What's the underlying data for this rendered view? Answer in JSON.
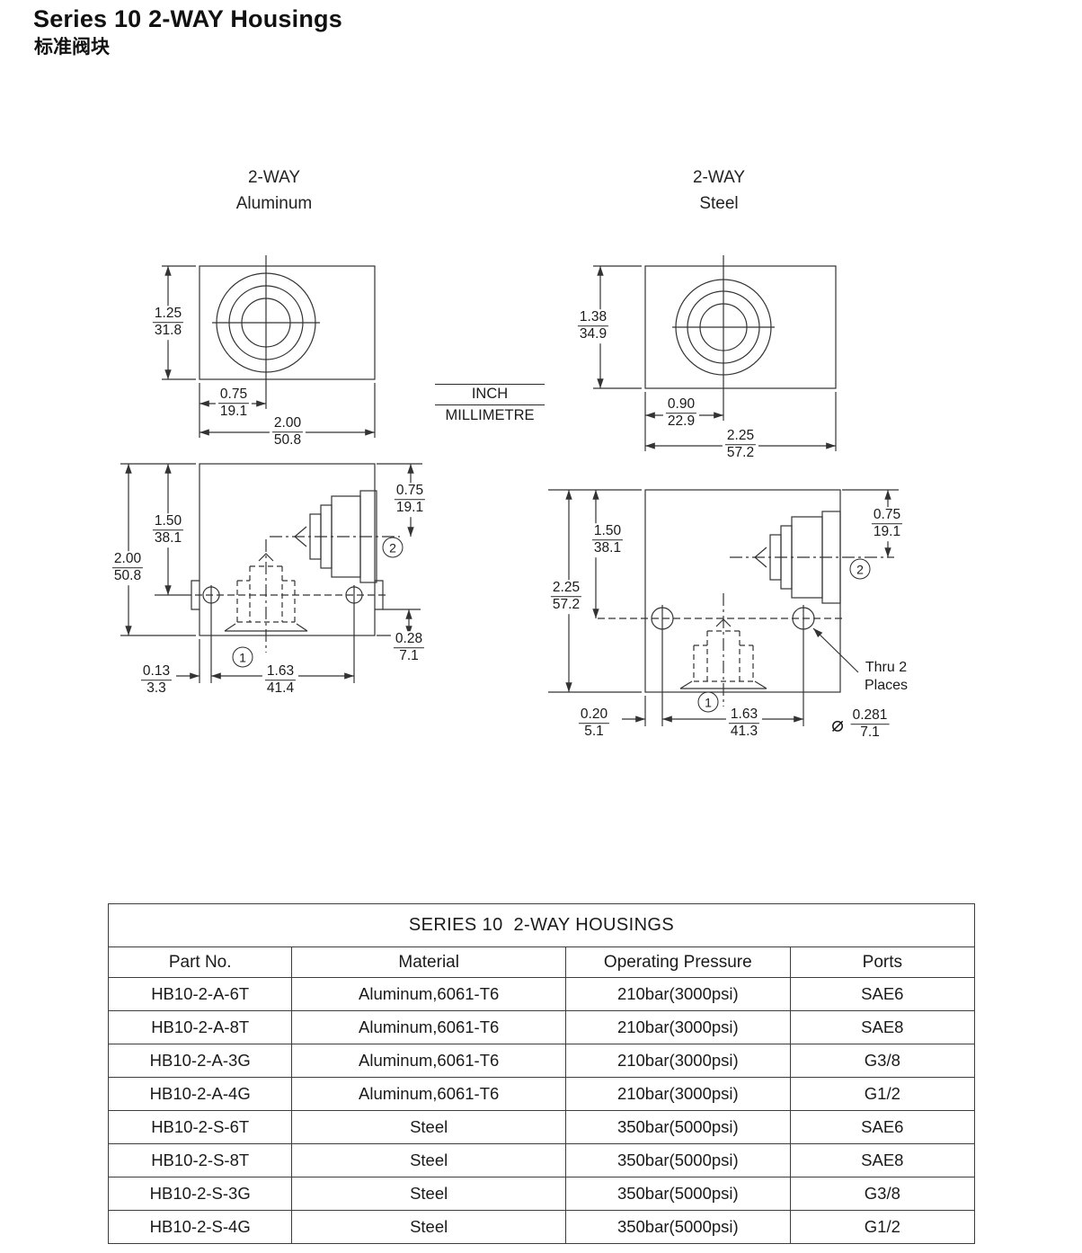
{
  "page": {
    "title": "Series 10 2-WAY Housings",
    "subtitle": "标准阀块"
  },
  "legend": {
    "top": "INCH",
    "bottom": "MILLIMETRE"
  },
  "aluminum": {
    "caption1": "2-WAY",
    "caption2": "Aluminum",
    "top_height_in": "1.25",
    "top_height_mm": "31.8",
    "top_offset_in": "0.75",
    "top_offset_mm": "19.1",
    "top_width_in": "2.00",
    "top_width_mm": "50.8",
    "front_port_in": "1.50",
    "front_port_mm": "38.1",
    "front_height_in": "2.00",
    "front_height_mm": "50.8",
    "front_boss_in": "0.75",
    "front_boss_mm": "19.1",
    "front_step_in": "0.28",
    "front_step_mm": "7.1",
    "front_edge_in": "0.13",
    "front_edge_mm": "3.3",
    "front_span_in": "1.63",
    "front_span_mm": "41.4",
    "callout_1": "1",
    "callout_2": "2"
  },
  "steel": {
    "caption1": "2-WAY",
    "caption2": "Steel",
    "top_height_in": "1.38",
    "top_height_mm": "34.9",
    "top_offset_in": "0.90",
    "top_offset_mm": "22.9",
    "top_width_in": "2.25",
    "top_width_mm": "57.2",
    "front_port_in": "1.50",
    "front_port_mm": "38.1",
    "front_height_in": "2.25",
    "front_height_mm": "57.2",
    "front_boss_in": "0.75",
    "front_boss_mm": "19.1",
    "front_edge_in": "0.20",
    "front_edge_mm": "5.1",
    "front_span_in": "1.63",
    "front_span_mm": "41.3",
    "thru_line1": "Thru 2",
    "thru_line2": "Places",
    "dia_symbol": "⌀",
    "dia_in": "0.281",
    "dia_mm": "7.1",
    "callout_1": "1",
    "callout_2": "2"
  },
  "table": {
    "title": "SERIES 10  2-WAY HOUSINGS",
    "headers": [
      "Part No.",
      "Material",
      "Operating Pressure",
      "Ports"
    ],
    "rows": [
      [
        "HB10-2-A-6T",
        "Aluminum,6061-T6",
        "210bar(3000psi)",
        "SAE6"
      ],
      [
        "HB10-2-A-8T",
        "Aluminum,6061-T6",
        "210bar(3000psi)",
        "SAE8"
      ],
      [
        "HB10-2-A-3G",
        "Aluminum,6061-T6",
        "210bar(3000psi)",
        "G3/8"
      ],
      [
        "HB10-2-A-4G",
        "Aluminum,6061-T6",
        "210bar(3000psi)",
        "G1/2"
      ],
      [
        "HB10-2-S-6T",
        "Steel",
        "350bar(5000psi)",
        "SAE6"
      ],
      [
        "HB10-2-S-8T",
        "Steel",
        "350bar(5000psi)",
        "SAE8"
      ],
      [
        "HB10-2-S-3G",
        "Steel",
        "350bar(5000psi)",
        "G3/8"
      ],
      [
        "HB10-2-S-4G",
        "Steel",
        "350bar(5000psi)",
        "G1/2"
      ]
    ]
  }
}
